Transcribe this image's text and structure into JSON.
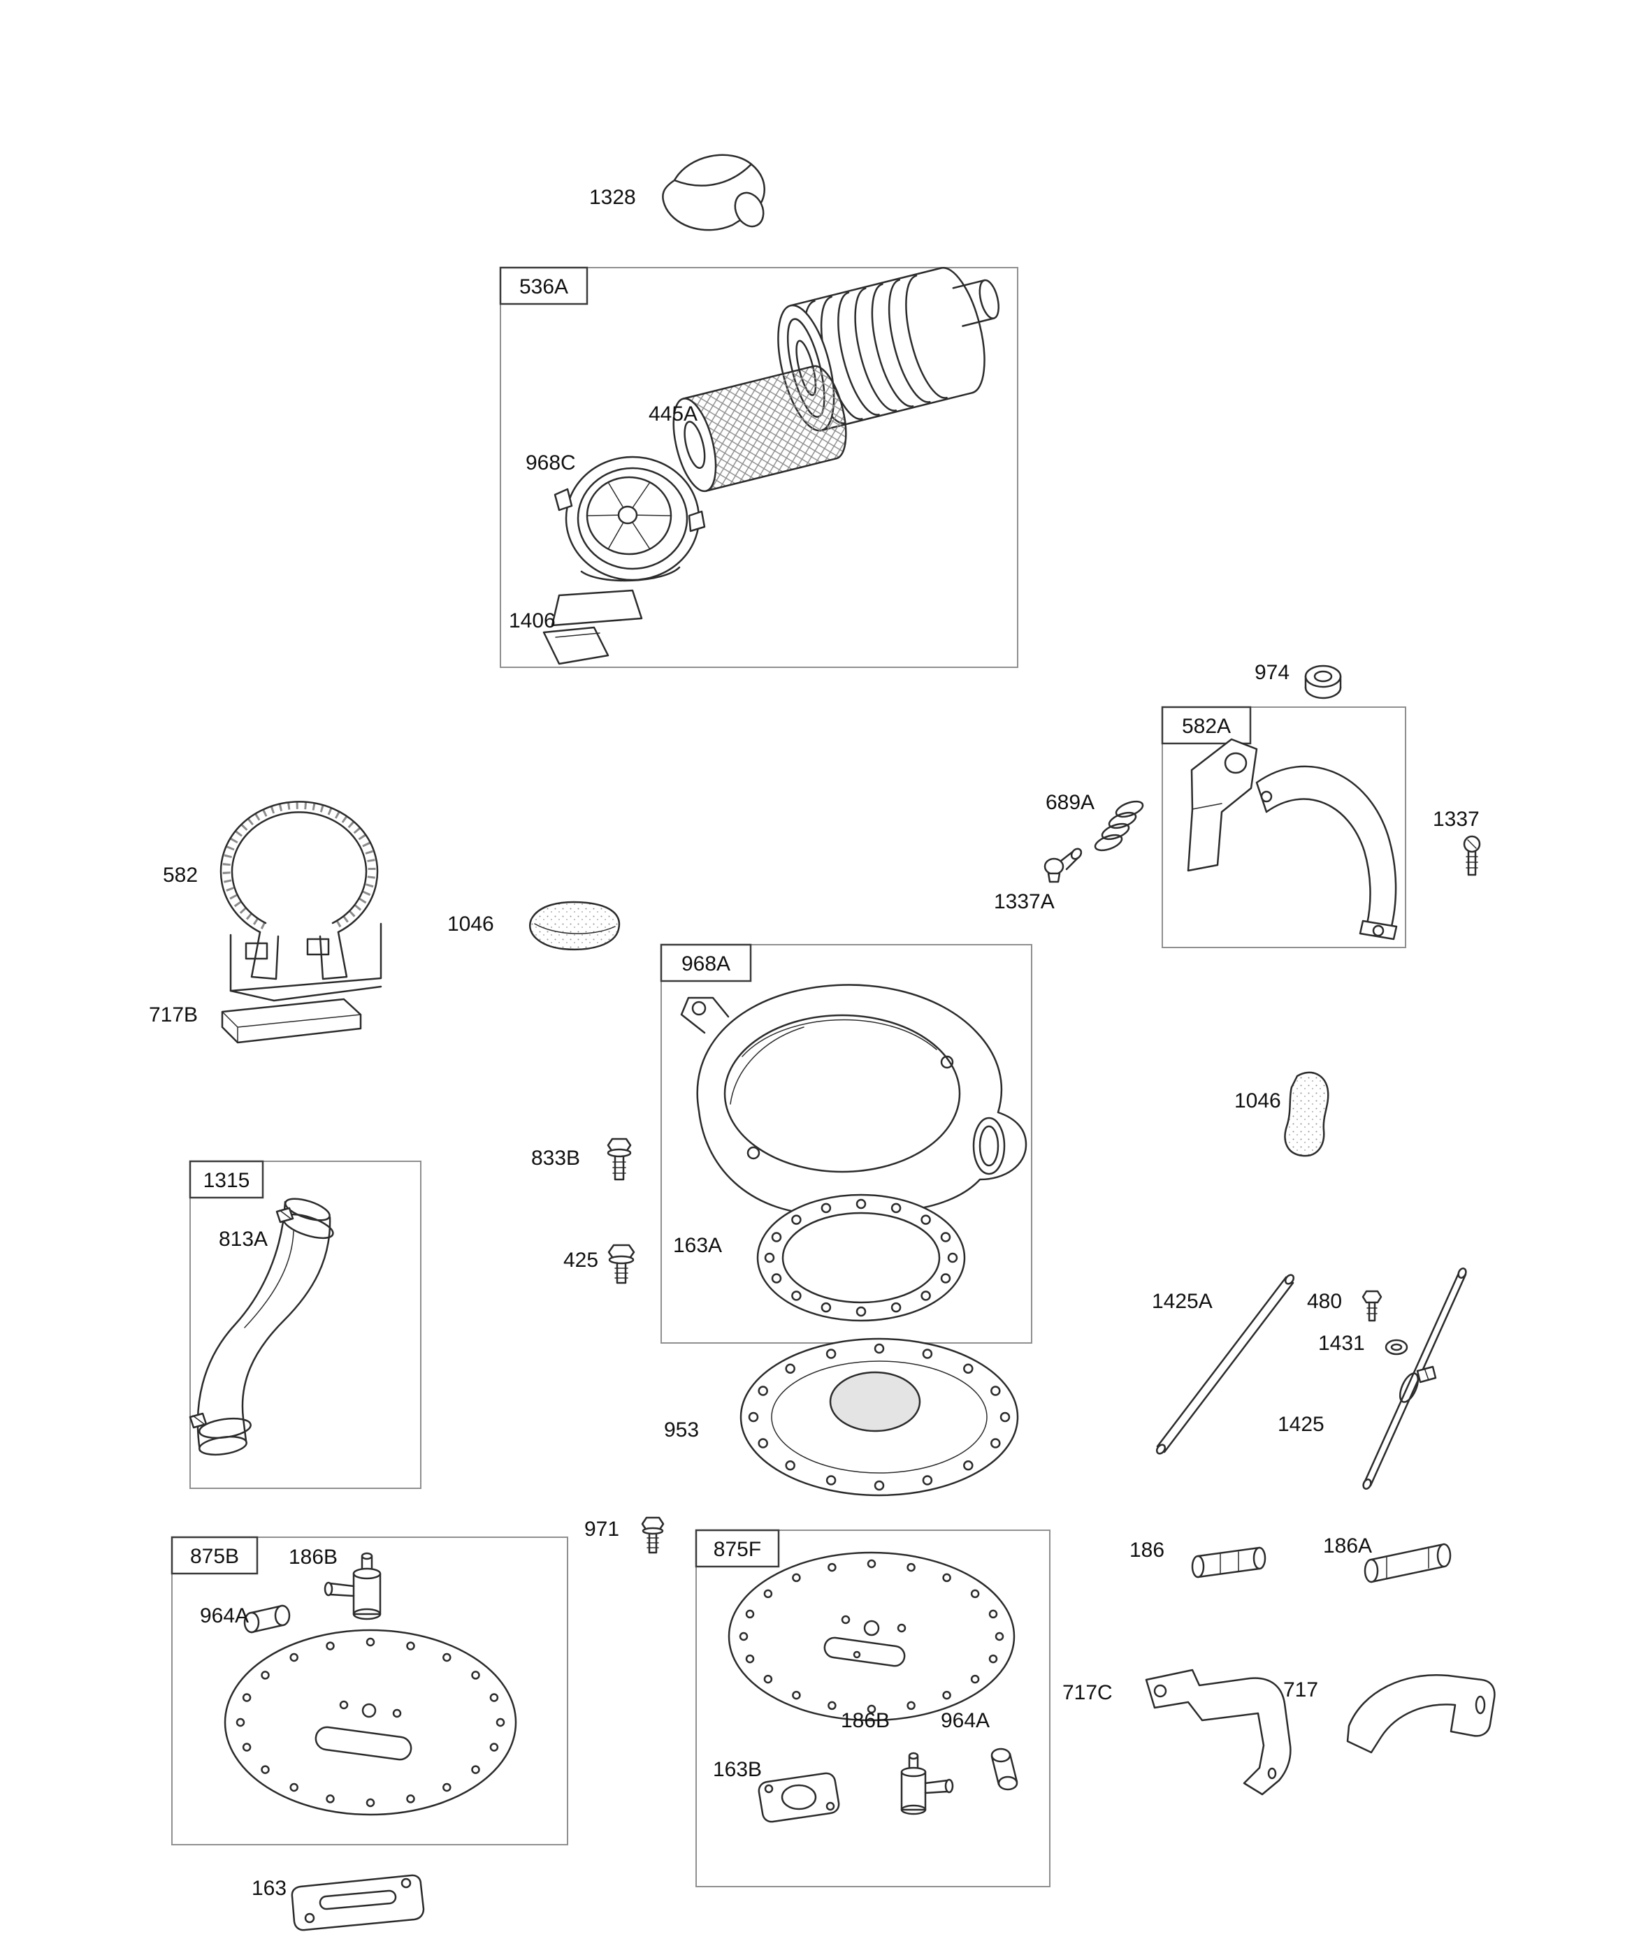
{
  "diagram": {
    "title": "Engine Air Cleaner Exploded Parts Diagram",
    "background": "#ffffff",
    "line_color": "#2b2b2b",
    "callouts": {
      "c1328": "1328",
      "g536A": "536A",
      "c445A": "445A",
      "c968C": "968C",
      "c1406": "1406",
      "c974": "974",
      "g582A": "582A",
      "c689A": "689A",
      "c1337": "1337",
      "c1337A": "1337A",
      "c582": "582",
      "c1046_left": "1046",
      "g968A": "968A",
      "c717B": "717B",
      "c1046_right": "1046",
      "c833B": "833B",
      "g1315": "1315",
      "c813A": "813A",
      "c425": "425",
      "c163A": "163A",
      "c953": "953",
      "c1425A": "1425A",
      "c480": "480",
      "c1431": "1431",
      "c1425": "1425",
      "c971": "971",
      "g875B": "875B",
      "c186B_b": "186B",
      "c964A_b": "964A",
      "g875F": "875F",
      "c186": "186",
      "c186A": "186A",
      "c717C": "717C",
      "c717": "717",
      "c186B_f": "186B",
      "c964A_f": "964A",
      "c163B": "163B",
      "c163": "163"
    }
  }
}
